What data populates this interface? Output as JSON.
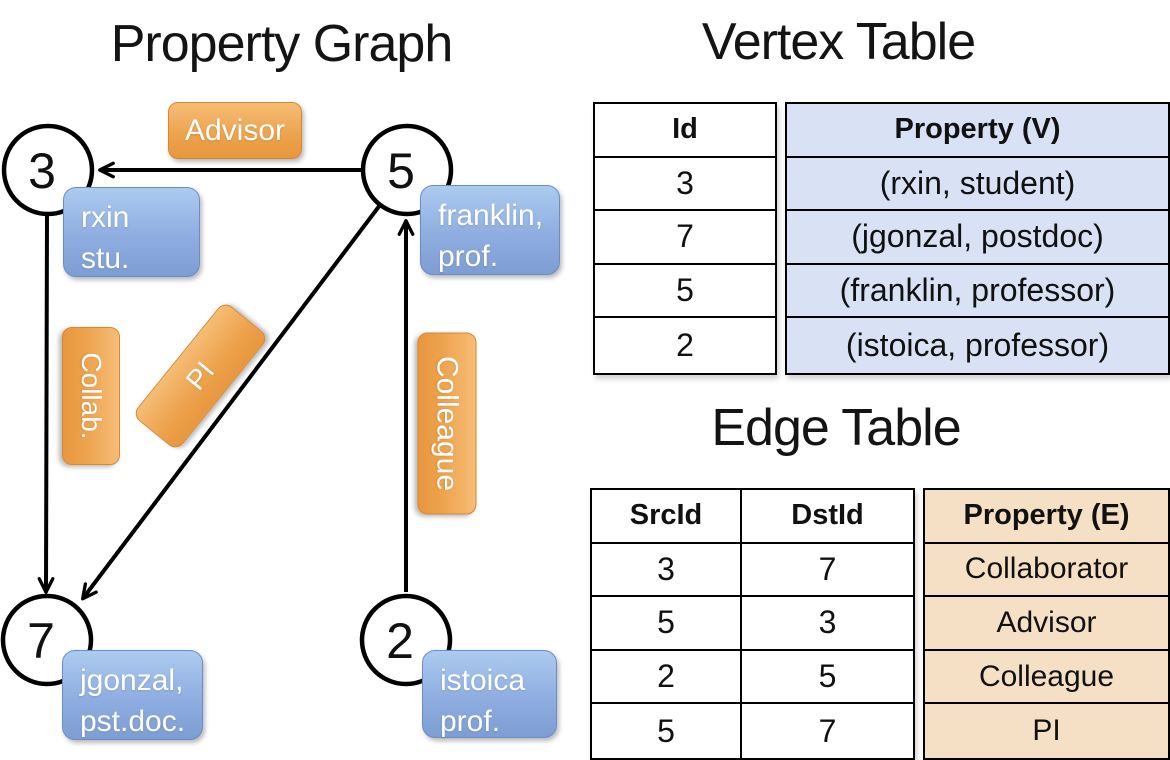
{
  "graph": {
    "title": "Property Graph",
    "nodes": [
      {
        "id": "3",
        "prop_line1": "rxin",
        "prop_line2": "stu."
      },
      {
        "id": "5",
        "prop_line1": "franklin,",
        "prop_line2": "prof."
      },
      {
        "id": "7",
        "prop_line1": "jgonzal,",
        "prop_line2": "pst.doc."
      },
      {
        "id": "2",
        "prop_line1": "istoica",
        "prop_line2": "prof."
      }
    ],
    "edge_labels": {
      "advisor": "Advisor",
      "collab": "Collab.",
      "pi": "PI",
      "colleague": "Colleague"
    }
  },
  "vertex_table": {
    "title": "Vertex Table",
    "headers": {
      "id": "Id",
      "property": "Property (V)"
    },
    "rows": [
      {
        "id": "3",
        "property": "(rxin, student)"
      },
      {
        "id": "7",
        "property": "(jgonzal, postdoc)"
      },
      {
        "id": "5",
        "property": "(franklin, professor)"
      },
      {
        "id": "2",
        "property": "(istoica, professor)"
      }
    ]
  },
  "edge_table": {
    "title": "Edge Table",
    "headers": {
      "src": "SrcId",
      "dst": "DstId",
      "property": "Property (E)"
    },
    "rows": [
      {
        "src": "3",
        "dst": "7",
        "property": "Collaborator"
      },
      {
        "src": "5",
        "dst": "3",
        "property": "Advisor"
      },
      {
        "src": "2",
        "dst": "5",
        "property": "Colleague"
      },
      {
        "src": "5",
        "dst": "7",
        "property": "PI"
      }
    ]
  },
  "colors": {
    "vertex_property_fill": "#d8e2f4",
    "edge_property_fill": "#f5dfc5",
    "orange_label": "#eda24c",
    "blue_callout": "#8fade0",
    "line_black": "#000000"
  }
}
